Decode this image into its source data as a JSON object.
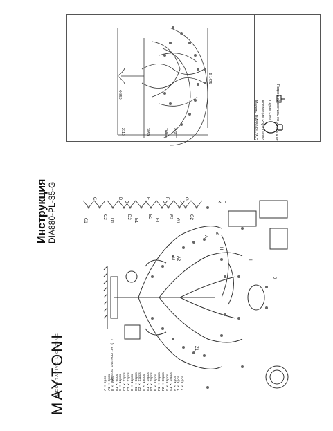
{
  "brand": {
    "name": "MAYTONI",
    "tagline": "DECORATIVE LIGHTING"
  },
  "title": "Инструкция",
  "model": "DIA880-PL-35-G",
  "crystal_legend": {
    "heading": "CRYSTAL INSTRUCTION ( )",
    "rows": [
      "A × 6pcs",
      "A1 × 6pcs",
      "B × 6pcs",
      "B1 × 6pcs",
      "C × 12pcs",
      "C1 × 12pcs",
      "C2 × 12pcs",
      "D × 12pcs",
      "D1 × 12pcs",
      "D2 × 12pcs",
      "E × 18pcs",
      "E1 × 18pcs",
      "E2 × 18pcs",
      "F × 18pcs",
      "F1 × 18pcs",
      "F2 × 18pcs",
      "G × 18pcs",
      "G1 × 18pcs",
      "H × 1pcs",
      "I × 1pcs",
      "J × 1pcs"
    ]
  },
  "diagram_labels": [
    "C",
    "C1",
    "C2",
    "D",
    "D1",
    "D2",
    "E",
    "E1",
    "E2",
    "F",
    "F1",
    "F2",
    "G",
    "G1",
    "G2",
    "K",
    "L",
    "A1",
    "A2",
    "A",
    "B",
    "H",
    "I",
    "J",
    "Z1"
  ],
  "dimensions": [
    "Ф 850",
    "Ф 1475",
    "2110",
    "760",
    "910",
    "3050"
  ],
  "info_panel": {
    "model_label": "Модель:",
    "model_value": "DIA880-PL-35-G",
    "collection_label": "Коллекция:",
    "collection_value": "Royal Classic",
    "type_label": "Серия:",
    "type_value": "Elma",
    "mount_label": "Подвесной светильник",
    "lamp": "35xE14 40W"
  },
  "colors": {
    "line": "#333333",
    "accent": "#111111",
    "paper": "#ffffff"
  }
}
